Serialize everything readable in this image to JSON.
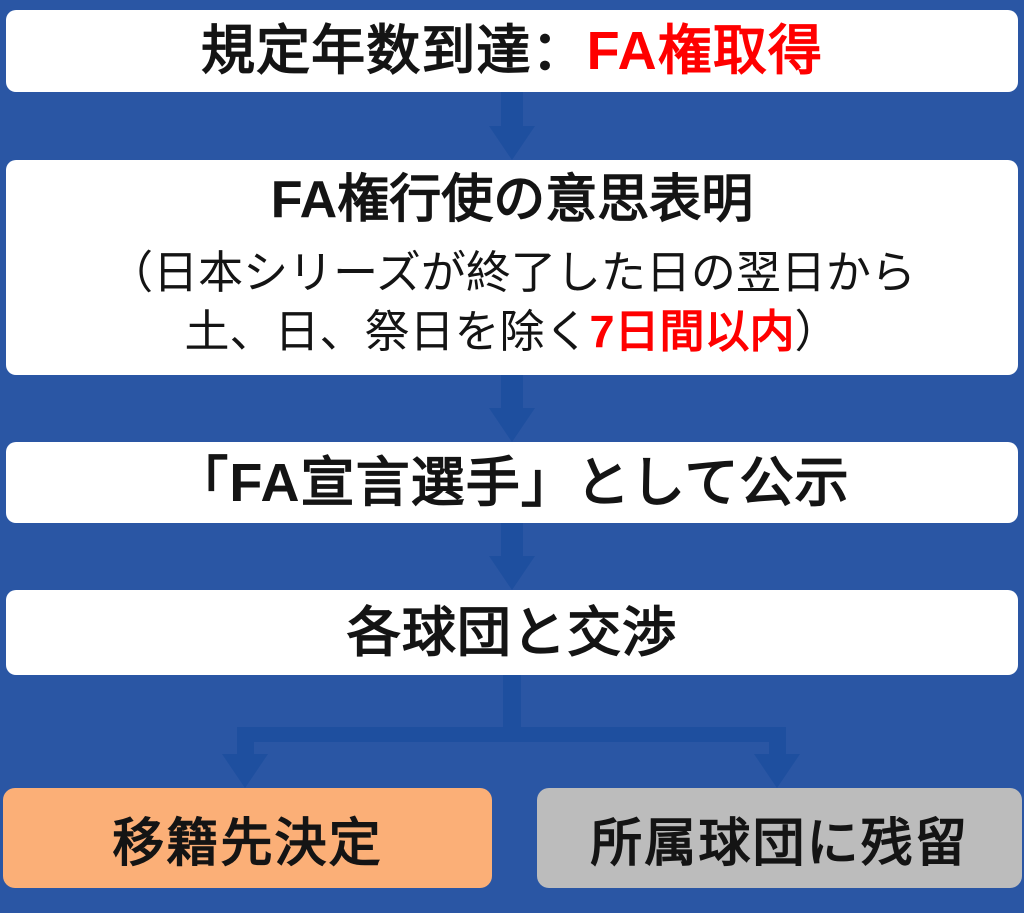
{
  "colors": {
    "background": "#2A56A4",
    "arrow": "#1E4F9F",
    "box_bg": "#FFFFFF",
    "text": "#141414",
    "accent_red": "#FF0000",
    "transfer_box": "#FBAF77",
    "stay_box": "#BCBCBC"
  },
  "flow": {
    "step1": {
      "text_black": "規定年数到達：",
      "text_red": "FA権取得"
    },
    "step2": {
      "title": "FA権行使の意思表明",
      "note_line1": "（日本シリーズが終了した日の翌日から",
      "note_line2_pre": "土、日、祭日を除く",
      "note_line2_red": "7日間以内",
      "note_line2_post": "）"
    },
    "step3": {
      "label": "「FA宣言選手」として公示"
    },
    "step4": {
      "label": "各球団と交渉"
    },
    "outcome_transfer": {
      "label": "移籍先決定"
    },
    "outcome_stay": {
      "label": "所属球団に残留"
    }
  }
}
